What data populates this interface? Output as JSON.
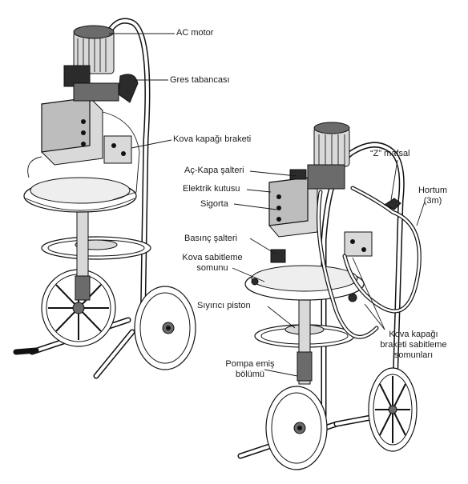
{
  "labels": {
    "ac_motor": "AC motor",
    "grease_gun": "Gres tabancası",
    "bucket_lid_bracket": "Kova kapağı braketi",
    "on_off_switch": "Aç-Kapa şalteri",
    "electric_box": "Elektrik kutusu",
    "fuse": "Sigorta",
    "pressure_switch": "Basınç şalteri",
    "bucket_fixing_nut_1": "Kova sabitleme",
    "bucket_fixing_nut_2": "somunu",
    "wiper_piston": "Sıyırıcı piston",
    "pump_suction_1": "Pompa emiş",
    "pump_suction_2": "bölümü",
    "z_swivel": "“Z” mafsal",
    "hose_1": "Hortum",
    "hose_2": "(3m)",
    "bracket_nuts_1": "Kova kapağı",
    "bracket_nuts_2": "braketi sabitleme",
    "bracket_nuts_3": "somunları"
  }
}
